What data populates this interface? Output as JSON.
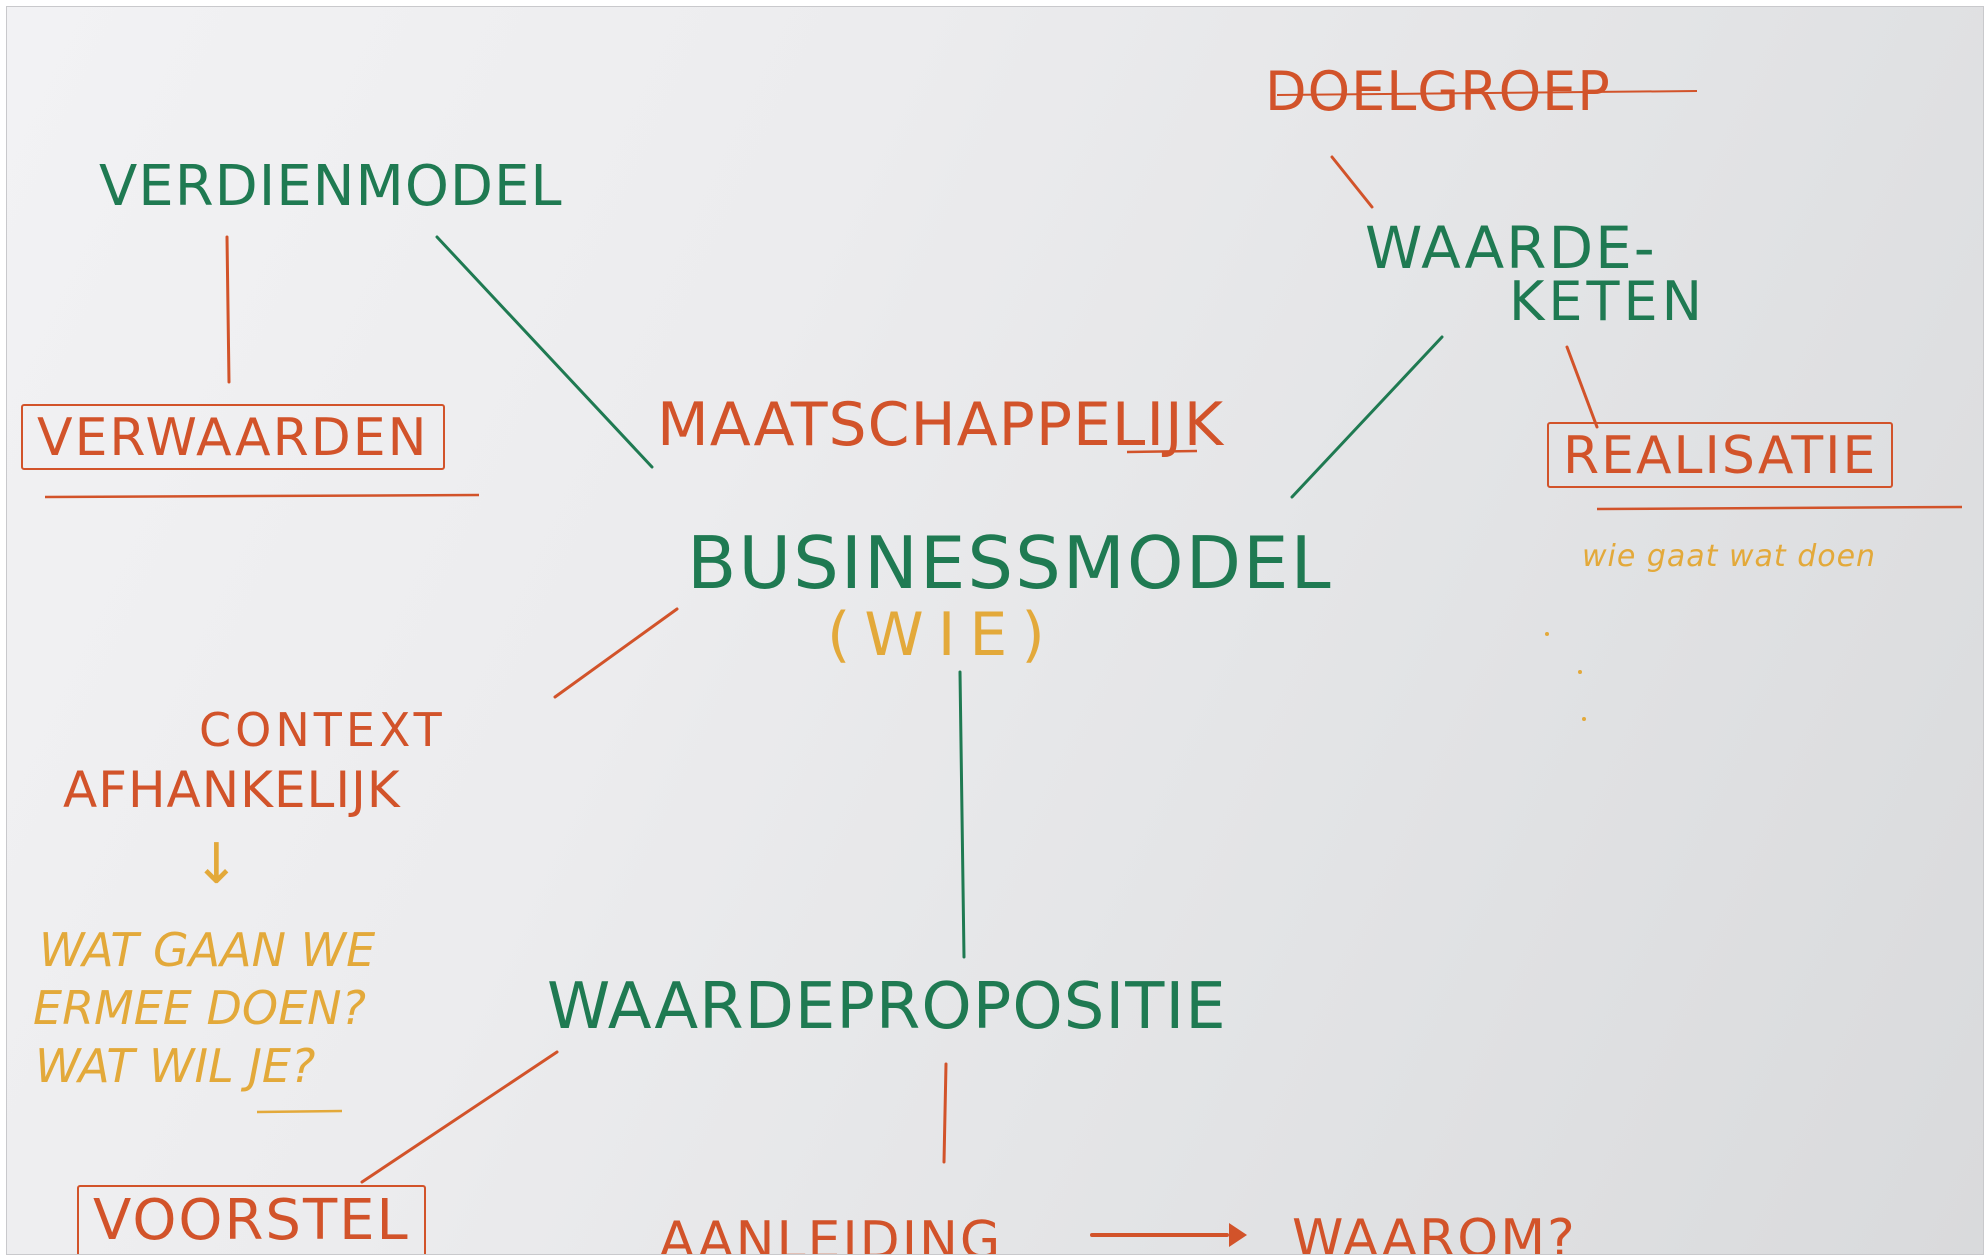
{
  "words": {
    "verdienmodel": "VERDIENMODEL",
    "verwaarden": "VERWAARDEN",
    "doelgroep": "DOELGROEP",
    "waarde_keten_line1": "WAARDE-",
    "waarde_keten_line2": "KETEN",
    "realisatie": "REALISATIE",
    "scribble_note": "wie gaat wat doen",
    "maatschappelijk": "MAATSCHAPPELIJK",
    "businessmodel": "BUSINESSMODEL",
    "wie": "(WIE)",
    "context": "CONTEXT",
    "afhankelijk": "AFHANKELIJK",
    "arrow_down": "↓",
    "question_line1": "WAT GAAN WE",
    "question_line2": "ERMEE DOEN?",
    "question_line3": "WAT WIL JE?",
    "waardepropositie": "WAARDEPROPOSITIE",
    "voorstel": "VOORSTEL",
    "aanleiding": "AANLEIDING",
    "waarom": "WAAROM?"
  },
  "colors": {
    "green_marker": "#1f7a52",
    "red_marker": "#d2532a",
    "yellow_marker": "#e3a93a",
    "board": "#ececee"
  }
}
